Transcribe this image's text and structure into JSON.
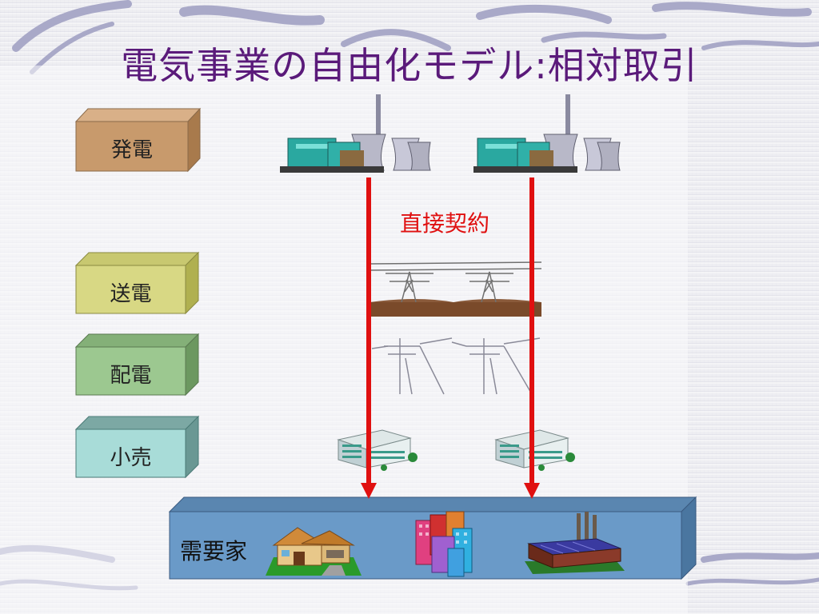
{
  "slide": {
    "title": "電気事業の自由化モデル:相対取引"
  },
  "layers": [
    {
      "label": "発電",
      "color": "#c89a6c",
      "top_color": "#d9b088",
      "side_color": "#a87a4c"
    },
    {
      "label": "送電",
      "color": "#d8d884",
      "top_color": "#c8c870",
      "side_color": "#b0b050"
    },
    {
      "label": "配電",
      "color": "#9cc890",
      "top_color": "#84b078",
      "side_color": "#6c9860"
    },
    {
      "label": "小売",
      "color": "#a8dcd8",
      "top_color": "#7ca8a4",
      "side_color": "#6a9894"
    }
  ],
  "contract_label": "直接契約",
  "consumer": {
    "label": "需要家",
    "color": "#6a9ac8"
  },
  "icons": {
    "plant": "power-plant-icon",
    "tower": "transmission-tower-icon",
    "pole": "utility-pole-icon",
    "office": "office-building-icon",
    "house": "house-icon",
    "city": "city-buildings-icon",
    "factory": "factory-icon"
  },
  "colors": {
    "title": "#5a1a7a",
    "arrow": "#e01010"
  }
}
